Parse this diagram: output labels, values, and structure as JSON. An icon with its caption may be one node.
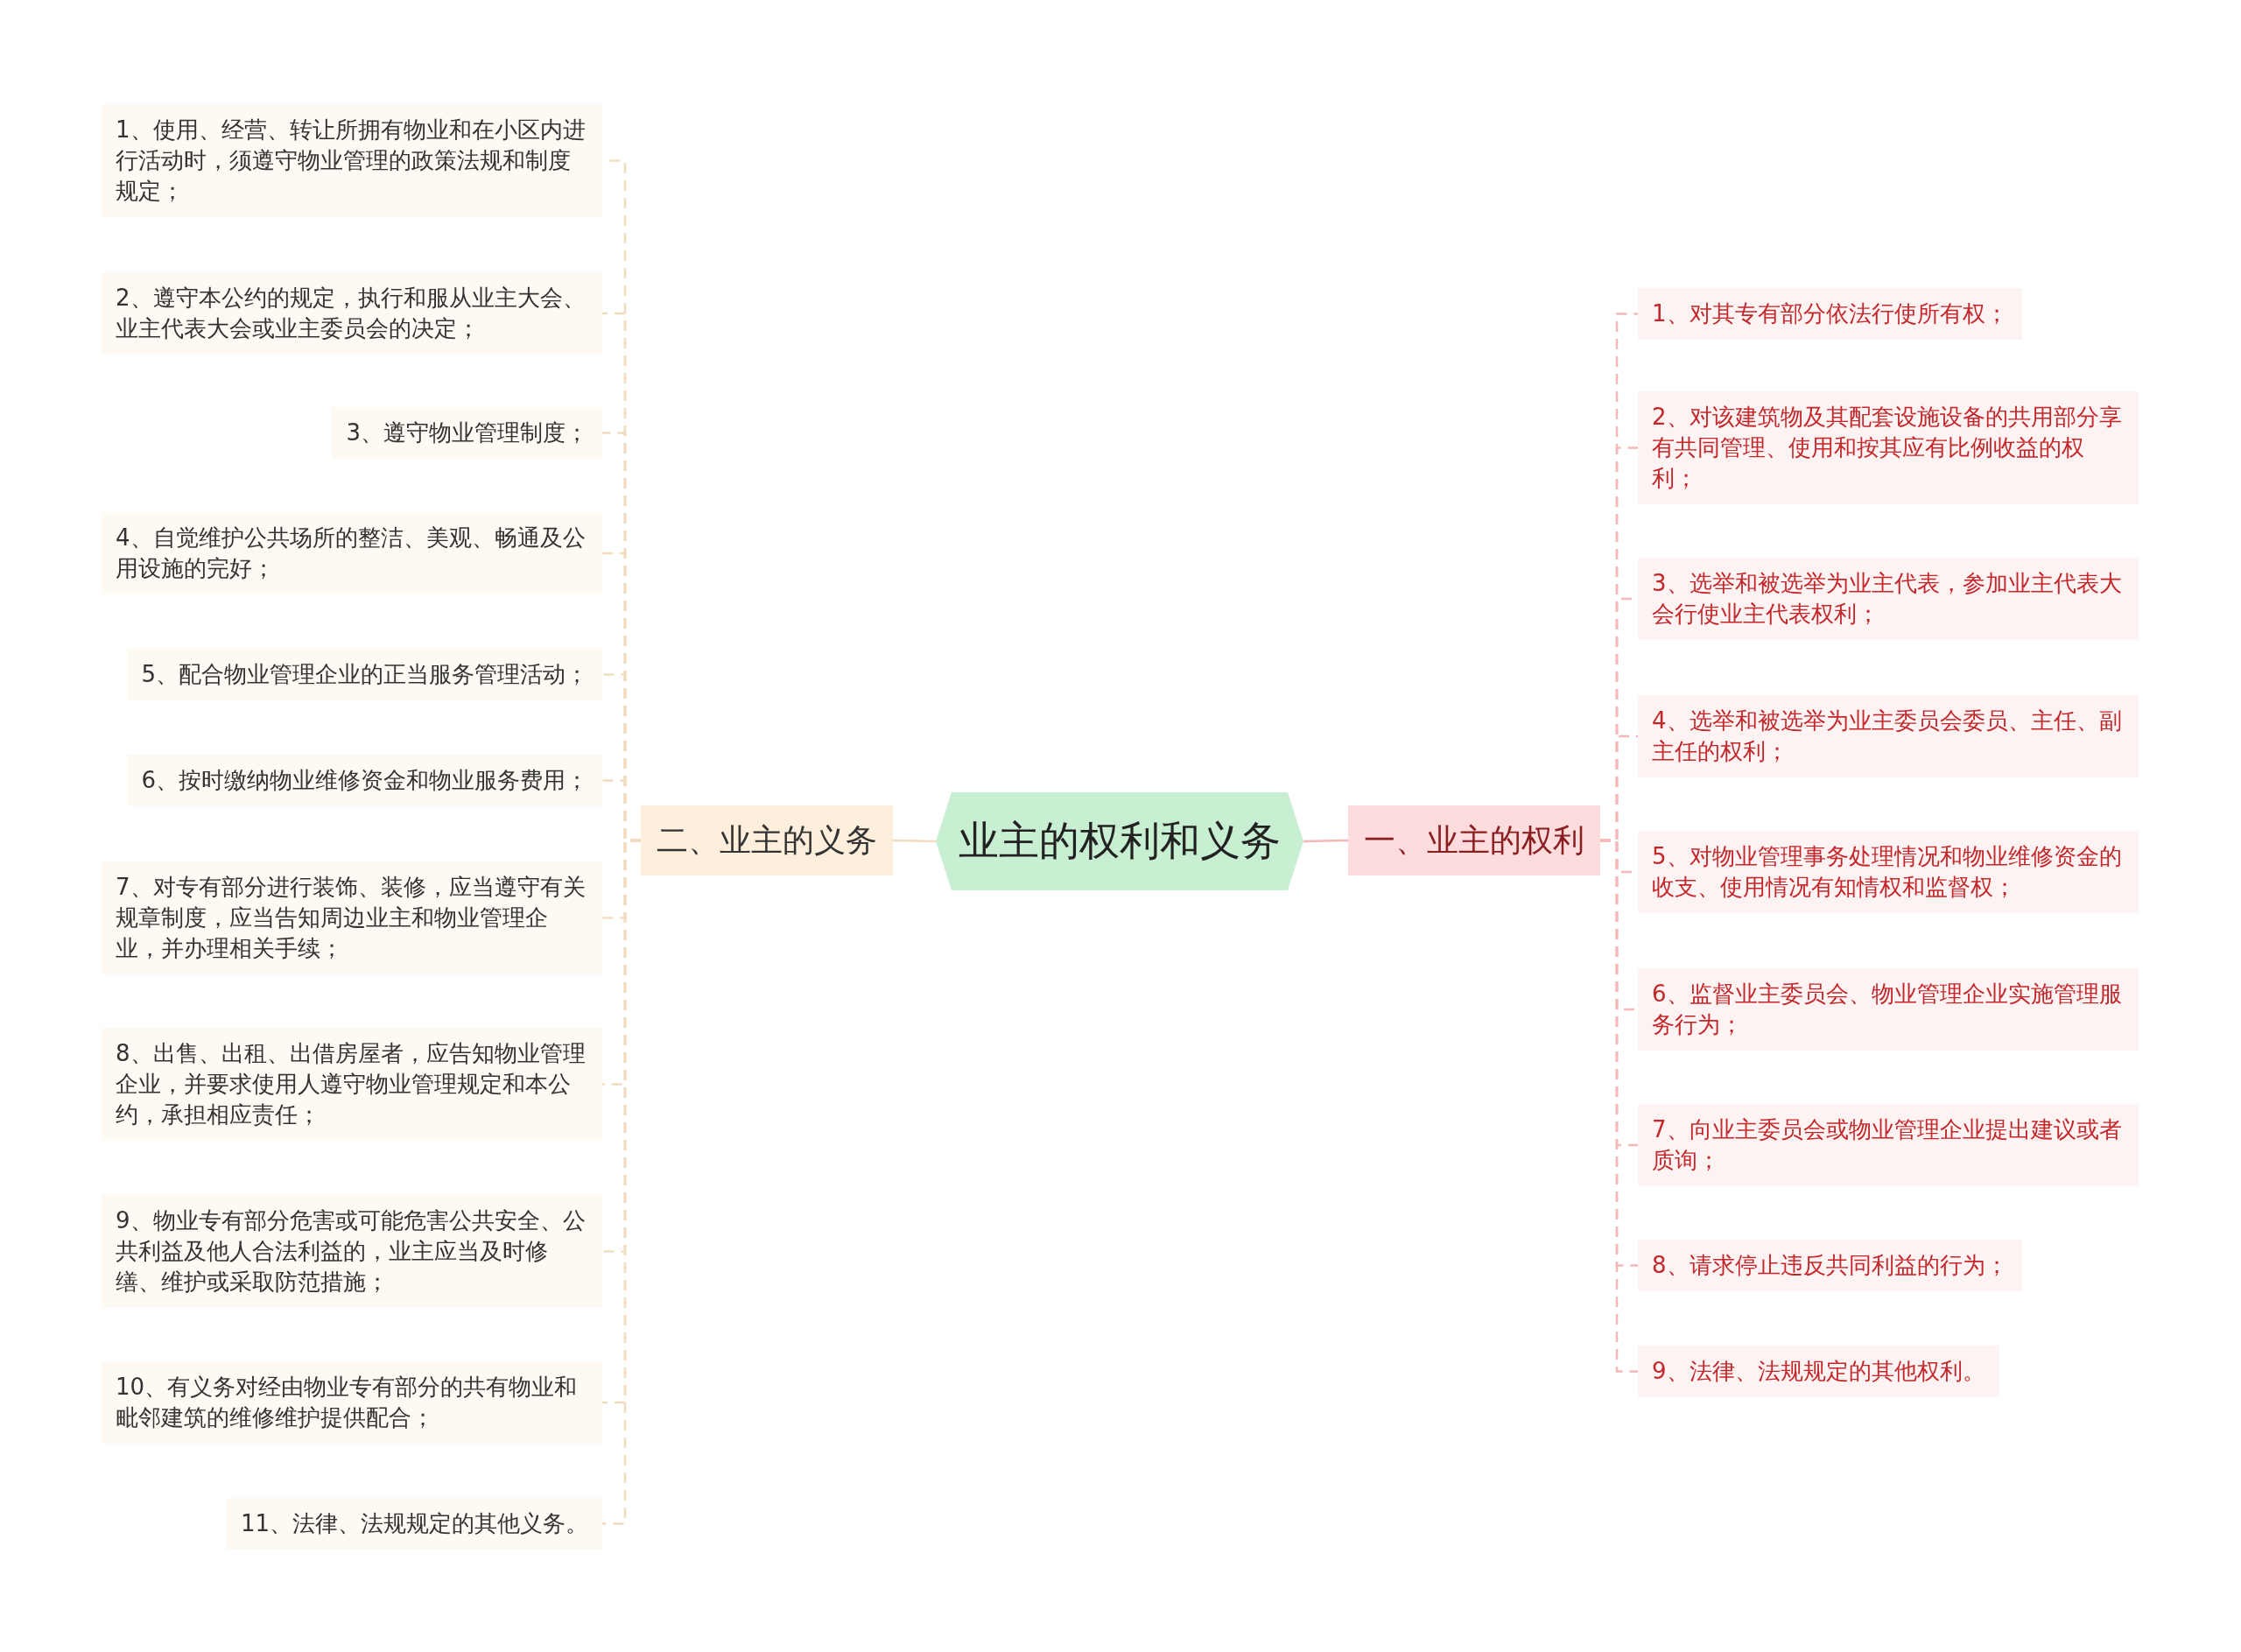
{
  "diagram": {
    "nodes": [
      {
        "text": [
          "业主的权利和义务"
        ]
      },
      {
        "text": [
          "一、业主的权利"
        ]
      },
      {
        "text": [
          "1、对其专有部分依法行使所有权；"
        ]
      },
      {
        "text": [
          "2、对该建筑物及其配套设施设备的共用部分享有共同管理、使用和按其应有比例收益的权利；"
        ]
      },
      {
        "text": [
          "3、选举和被选举为业主代表，参加业主代表大会行使业主代表权利；"
        ]
      },
      {
        "text": [
          "4、选举和被选举为业主委员会委员、主任、副主任的权利；"
        ]
      },
      {
        "text": [
          "5、对物业管理事务处理情况和物业维修资金的收支、使用情况有知情权和监督权；"
        ]
      },
      {
        "text": [
          "6、监督业主委员会、物业管理企业实施管理服务行为；"
        ]
      },
      {
        "text": [
          "7、向业主委员会或物业管理企业提出建议或者质询；"
        ]
      },
      {
        "text": [
          "8、请求停止违反共同利益的行为；"
        ]
      },
      {
        "text": [
          "9、法律、法规规定的其他权利。"
        ]
      },
      {
        "text": [
          "二、业主的义务"
        ]
      },
      {
        "text": [
          "1、使用、经营、转让所拥有物业和在小区内进行活动时，须遵守物业管理的政策法规和制度规定；"
        ]
      },
      {
        "text": [
          "2、遵守本公约的规定，执行和服从业主大会、业主代表大会或业主委员会的决定；"
        ]
      },
      {
        "text": [
          "3、遵守物业管理制度；"
        ]
      },
      {
        "text": [
          "4、自觉维护公共场所的整洁、美观、畅通及公用设施的完好；"
        ]
      },
      {
        "text": [
          "5、配合物业管理企业的正当服务管理活动；"
        ]
      },
      {
        "text": [
          "6、按时缴纳物业维修资金和物业服务费用；"
        ]
      },
      {
        "text": [
          "7、对专有部分进行装饰、装修，应当遵守有关规章制度，应当告知周边业主和物业管理企业，并办理相关手续；"
        ]
      },
      {
        "text": [
          "8、出售、出租、出借房屋者，应告知物业管理企业，并要求使用人遵守物业管理规定和本公约，承担相应责任；"
        ]
      },
      {
        "text": [
          "9、物业专有部分危害或可能危害公共安全、公共利益及他人合法利益的，业主应当及时修缮、维护或采取防范措施；"
        ]
      },
      {
        "text": [
          "10、有义务对经由物业专有部分的共有物业和毗邻建筑的维修维护提供配合；"
        ]
      },
      {
        "text": [
          "11、法律、法规规定的其他义务。"
        ]
      }
    ],
    "edges": [
      {
        "from": 0,
        "to": 1,
        "arrow": "none",
        "color": "#f3b8b8"
      },
      {
        "from": 1,
        "to": 2,
        "arrow": "none",
        "style": "dashed",
        "color": "#f3b8b8"
      },
      {
        "from": 1,
        "to": 3,
        "arrow": "none",
        "style": "dashed",
        "color": "#f3b8b8"
      },
      {
        "from": 1,
        "to": 4,
        "arrow": "none",
        "style": "dashed",
        "color": "#f3b8b8"
      },
      {
        "from": 1,
        "to": 5,
        "arrow": "none",
        "style": "dashed",
        "color": "#f3b8b8"
      },
      {
        "from": 1,
        "to": 6,
        "arrow": "none",
        "style": "dashed",
        "color": "#f3b8b8"
      },
      {
        "from": 1,
        "to": 7,
        "arrow": "none",
        "style": "dashed",
        "color": "#f3b8b8"
      },
      {
        "from": 1,
        "to": 8,
        "arrow": "none",
        "style": "dashed",
        "color": "#f3b8b8"
      },
      {
        "from": 1,
        "to": 9,
        "arrow": "none",
        "style": "dashed",
        "color": "#f3b8b8"
      },
      {
        "from": 1,
        "to": 10,
        "arrow": "none",
        "style": "dashed",
        "color": "#f3b8b8"
      },
      {
        "from": 0,
        "to": 11,
        "arrow": "none"
      },
      {
        "from": 11,
        "to": 12,
        "arrow": "none",
        "style": "dashed"
      },
      {
        "from": 11,
        "to": 13,
        "arrow": "none",
        "style": "dashed"
      },
      {
        "from": 11,
        "to": 14,
        "arrow": "none",
        "style": "dashed"
      },
      {
        "from": 11,
        "to": 15,
        "arrow": "none",
        "style": "dashed"
      },
      {
        "from": 11,
        "to": 16,
        "arrow": "none",
        "style": "dashed"
      },
      {
        "from": 11,
        "to": 17,
        "arrow": "none",
        "style": "dashed"
      },
      {
        "from": 11,
        "to": 18,
        "arrow": "none",
        "style": "dashed"
      },
      {
        "from": 11,
        "to": 19,
        "arrow": "none",
        "style": "dashed"
      },
      {
        "from": 11,
        "to": 20,
        "arrow": "none",
        "style": "dashed"
      },
      {
        "from": 11,
        "to": 21,
        "arrow": "none",
        "style": "dashed"
      },
      {
        "from": 11,
        "to": 22,
        "arrow": "none",
        "style": "dashed"
      }
    ]
  }
}
